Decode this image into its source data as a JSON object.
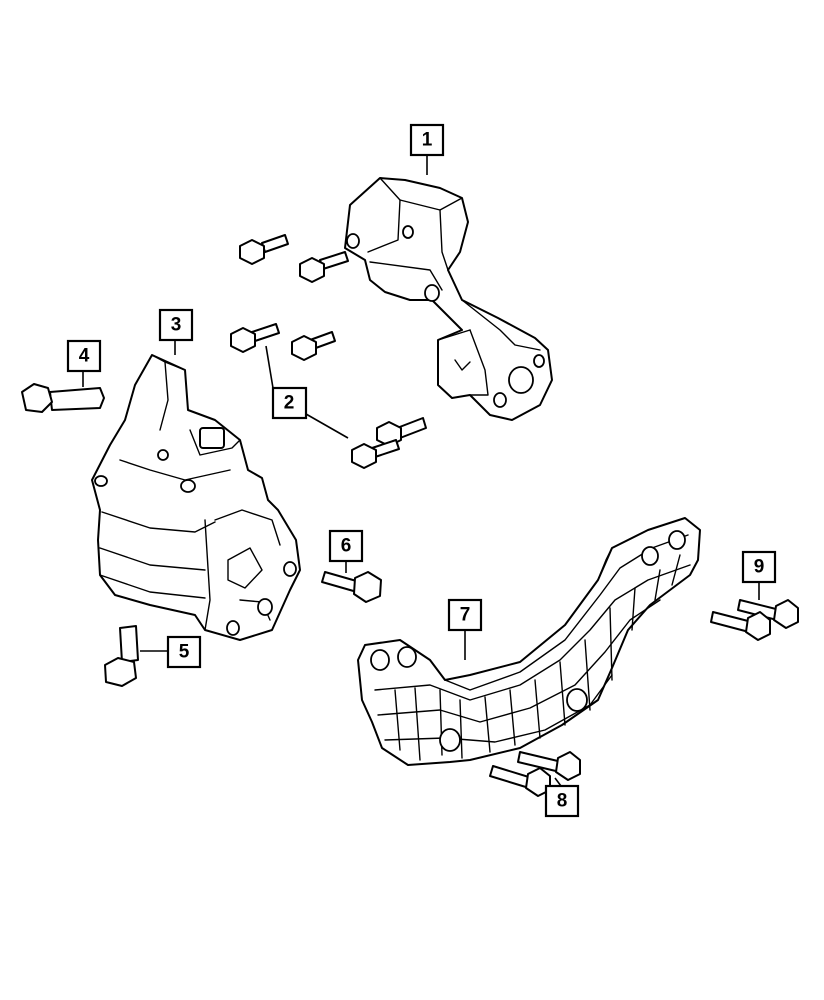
{
  "diagram": {
    "callouts": [
      {
        "id": "1",
        "label": "1"
      },
      {
        "id": "2",
        "label": "2"
      },
      {
        "id": "3",
        "label": "3"
      },
      {
        "id": "4",
        "label": "4"
      },
      {
        "id": "5",
        "label": "5"
      },
      {
        "id": "6",
        "label": "6"
      },
      {
        "id": "7",
        "label": "7"
      },
      {
        "id": "8",
        "label": "8"
      },
      {
        "id": "9",
        "label": "9"
      }
    ],
    "parts": [
      {
        "id": "1",
        "kind": "mount-bracket"
      },
      {
        "id": "2",
        "kind": "bolt"
      },
      {
        "id": "3",
        "kind": "engine-mount"
      },
      {
        "id": "4",
        "kind": "bolt"
      },
      {
        "id": "5",
        "kind": "stud"
      },
      {
        "id": "6",
        "kind": "bolt"
      },
      {
        "id": "7",
        "kind": "crossmember-bracket"
      },
      {
        "id": "8",
        "kind": "bolt"
      },
      {
        "id": "9",
        "kind": "bolt"
      }
    ]
  }
}
